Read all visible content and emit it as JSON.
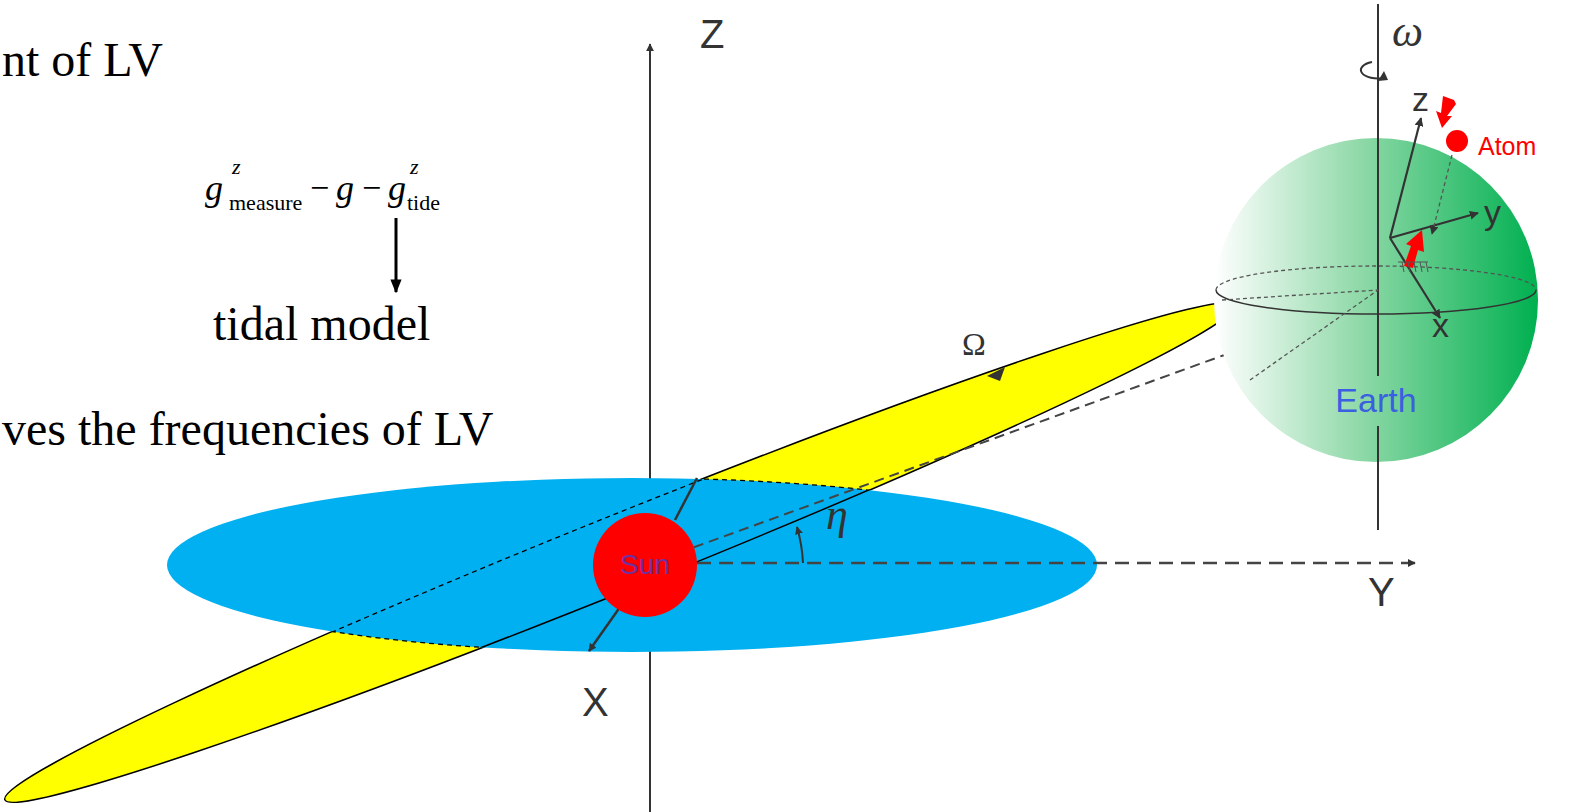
{
  "diagram": {
    "nodes": [
      {
        "text": [
          "Sun"
        ]
      },
      {
        "text": [
          "Earth"
        ]
      }
    ],
    "edges": [
      {
        "from": 0,
        "to": 1,
        "arrow": "none"
      }
    ],
    "labels": [
      "nt of LV",
      "g",
      "z",
      "measure",
      "−",
      "g",
      "−",
      "g",
      "z",
      "tide",
      "tidal model",
      "ves the frequencies of LV",
      "Z",
      "η",
      "Ω",
      "Y",
      "X",
      "ω",
      "z",
      "y",
      "x",
      "Atom"
    ]
  }
}
